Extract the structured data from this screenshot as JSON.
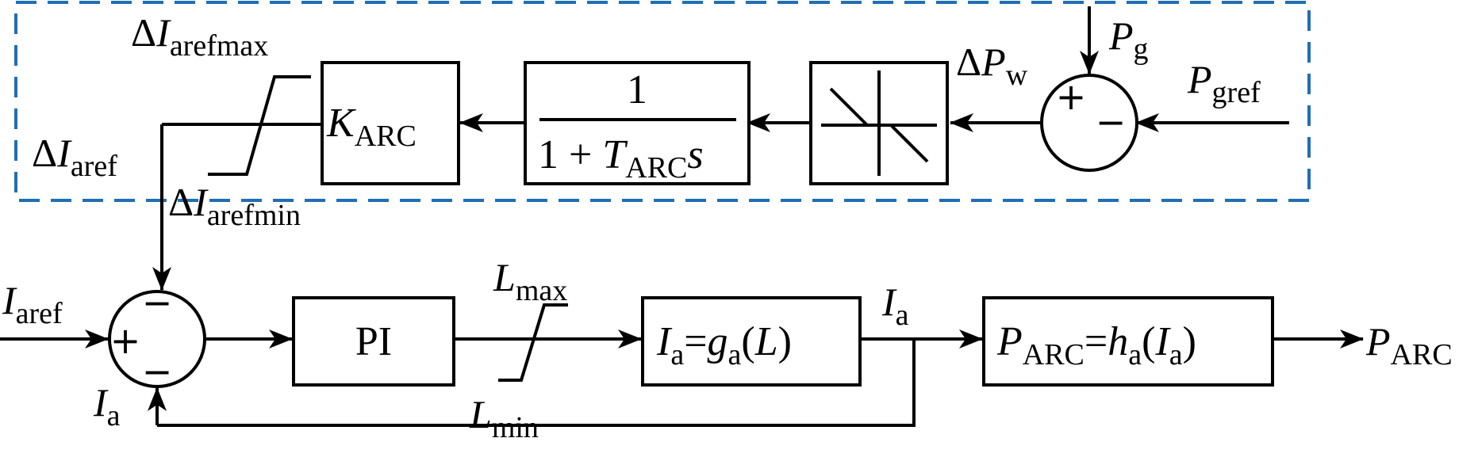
{
  "frame": {
    "border_color": "#1f6fb5",
    "border_style": "dashed"
  },
  "labels": {
    "delta": "Δ",
    "I": "I",
    "P": "P",
    "L": "L",
    "K": "K",
    "T": "T",
    "s": "s",
    "sub_arefmax": "arefmax",
    "sub_arefmin": "arefmin",
    "sub_aref": "aref",
    "sub_g": "g",
    "sub_gref": "gref",
    "sub_w": "w",
    "sub_ARC": "ARC",
    "sub_a": "a",
    "sub_max": "max",
    "sub_min": "min"
  },
  "blocks": {
    "gain_symbol": "K",
    "gain_sub": "ARC",
    "filter_numerator": "1",
    "filter_denominator_prefix": "1 + ",
    "filter_T": "T",
    "filter_T_sub": "ARC",
    "filter_s": "s",
    "pi": "PI",
    "ga_lhs": "I",
    "ga_lhs_sub": "a",
    "ga_eq": "=",
    "ga_fn": "g",
    "ga_fn_sub": "a",
    "ga_arg": "(L)",
    "ha_lhs": "P",
    "ha_lhs_sub": "ARC",
    "ha_eq": "=",
    "ha_fn": "h",
    "ha_fn_sub": "a",
    "ha_arg_open": "(",
    "ha_arg_I": "I",
    "ha_arg_sub": "a",
    "ha_arg_close": ")"
  },
  "signs": {
    "top_sum_plus": "+",
    "top_sum_minus": "−",
    "bottom_sum_minus_top": "−",
    "bottom_sum_plus": "+",
    "bottom_sum_minus_bottom": "−"
  }
}
